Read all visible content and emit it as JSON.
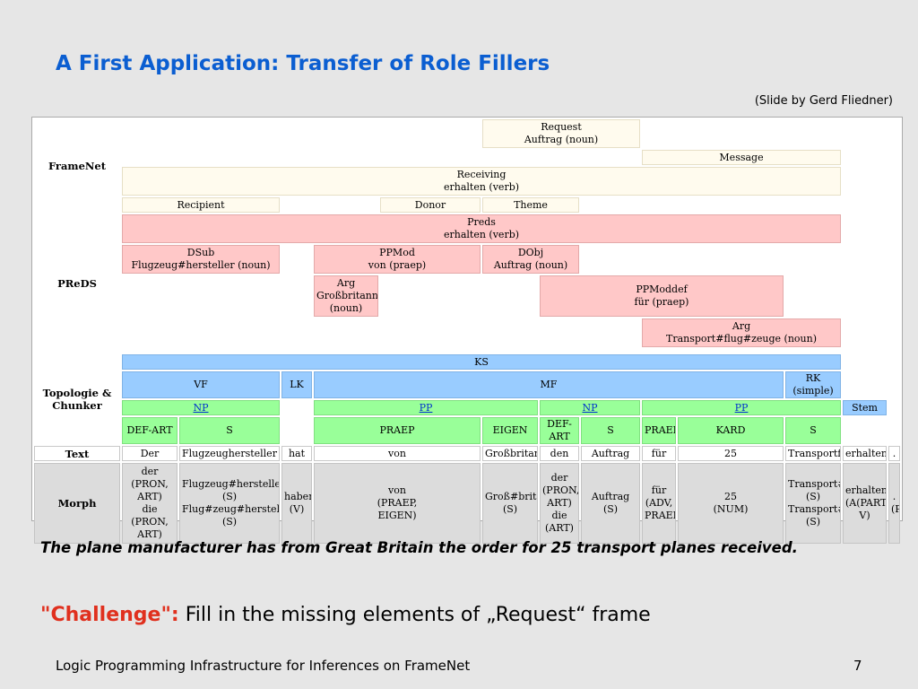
{
  "slide": {
    "title": "A First Application: Transfer of Role Fillers",
    "credit": "(Slide by Gerd Fliedner)",
    "sentence": "The plane manufacturer has from Great Britain the order for 25 transport planes received.",
    "challenge_label": "\"Challenge\":",
    "challenge_text": " Fill in the missing elements of „Request“ frame",
    "footer": "Logic Programming Infrastructure for Inferences on FrameNet",
    "page_number": "7"
  },
  "colors": {
    "title": "#0b5ed1",
    "framenet_cream": "#fffbee",
    "predes_pink": "#ffc8c8",
    "topology_blue": "#99ccff",
    "chunker_green": "#99ff99",
    "morph_gray": "#dcdcdc",
    "challenge_red": "#e0301e"
  },
  "labels": {
    "framenet": "FrameNet",
    "preds": "PReDS",
    "topologie": "Topologie &",
    "chunker": "Chunker",
    "text": "Text",
    "morph": "Morph"
  },
  "framenet": {
    "request": [
      "Request",
      "Auftrag (noun)"
    ],
    "message": "Message",
    "receiving": [
      "Receiving",
      "erhalten (verb)"
    ],
    "recipient": "Recipient",
    "donor": "Donor",
    "theme": "Theme"
  },
  "preds": {
    "preds": [
      "Preds",
      "erhalten (verb)"
    ],
    "dsub": [
      "DSub",
      "Flugzeug#hersteller (noun)"
    ],
    "ppmod": [
      "PPMod",
      "von (praep)"
    ],
    "dobj": [
      "DObj",
      "Auftrag (noun)"
    ],
    "arg1": [
      "Arg",
      "Großbritannien",
      "(noun)"
    ],
    "ppmoddef": [
      "PPModdef",
      "für (praep)"
    ],
    "arg2": [
      "Arg",
      "Transport#flug#zeuge (noun)"
    ]
  },
  "topology": {
    "ks": "KS",
    "vf": "VF",
    "lk": "LK",
    "mf": "MF",
    "rk": "RK (simple)"
  },
  "chunker": {
    "np1": "NP",
    "pp1": "PP",
    "np2": "NP",
    "pp2": "PP",
    "stem": "Stem"
  },
  "pos": [
    "DEF-ART",
    "S",
    "PRAEP",
    "EIGEN",
    "DEF-ART",
    "S",
    "PRAEP",
    "KARD",
    "S"
  ],
  "text_tokens": [
    "Der",
    "Flugzeughersteller",
    "hat",
    "von",
    "Großbritannien",
    "den",
    "Auftrag",
    "für",
    "25",
    "Transportflugzeuge",
    "erhalten",
    "."
  ],
  "morph": [
    [
      "der",
      "(PRON,",
      "ART)",
      "die",
      "(PRON,",
      "ART)"
    ],
    [
      "Flugzeug#hersteller",
      "(S)",
      "Flug#zeug#hersteller",
      "(S)"
    ],
    [
      "haben",
      "(V)"
    ],
    [
      "von",
      "(PRAEP,",
      "EIGEN)"
    ],
    [
      "Groß#britannien",
      "(S)"
    ],
    [
      "der",
      "(PRON,",
      "ART)",
      "die",
      "(ART)"
    ],
    [
      "Auftrag",
      "(S)"
    ],
    [
      "für",
      "(ADV,",
      "PRAEP)"
    ],
    [
      "25",
      "(NUM)"
    ],
    [
      "Transport#flug#zeuge",
      "(S)",
      "Transport#flugzeug",
      "(S)"
    ],
    [
      "erhalten",
      "(A(PART),",
      "V)"
    ],
    [
      ".",
      "(PUNCT)"
    ]
  ]
}
